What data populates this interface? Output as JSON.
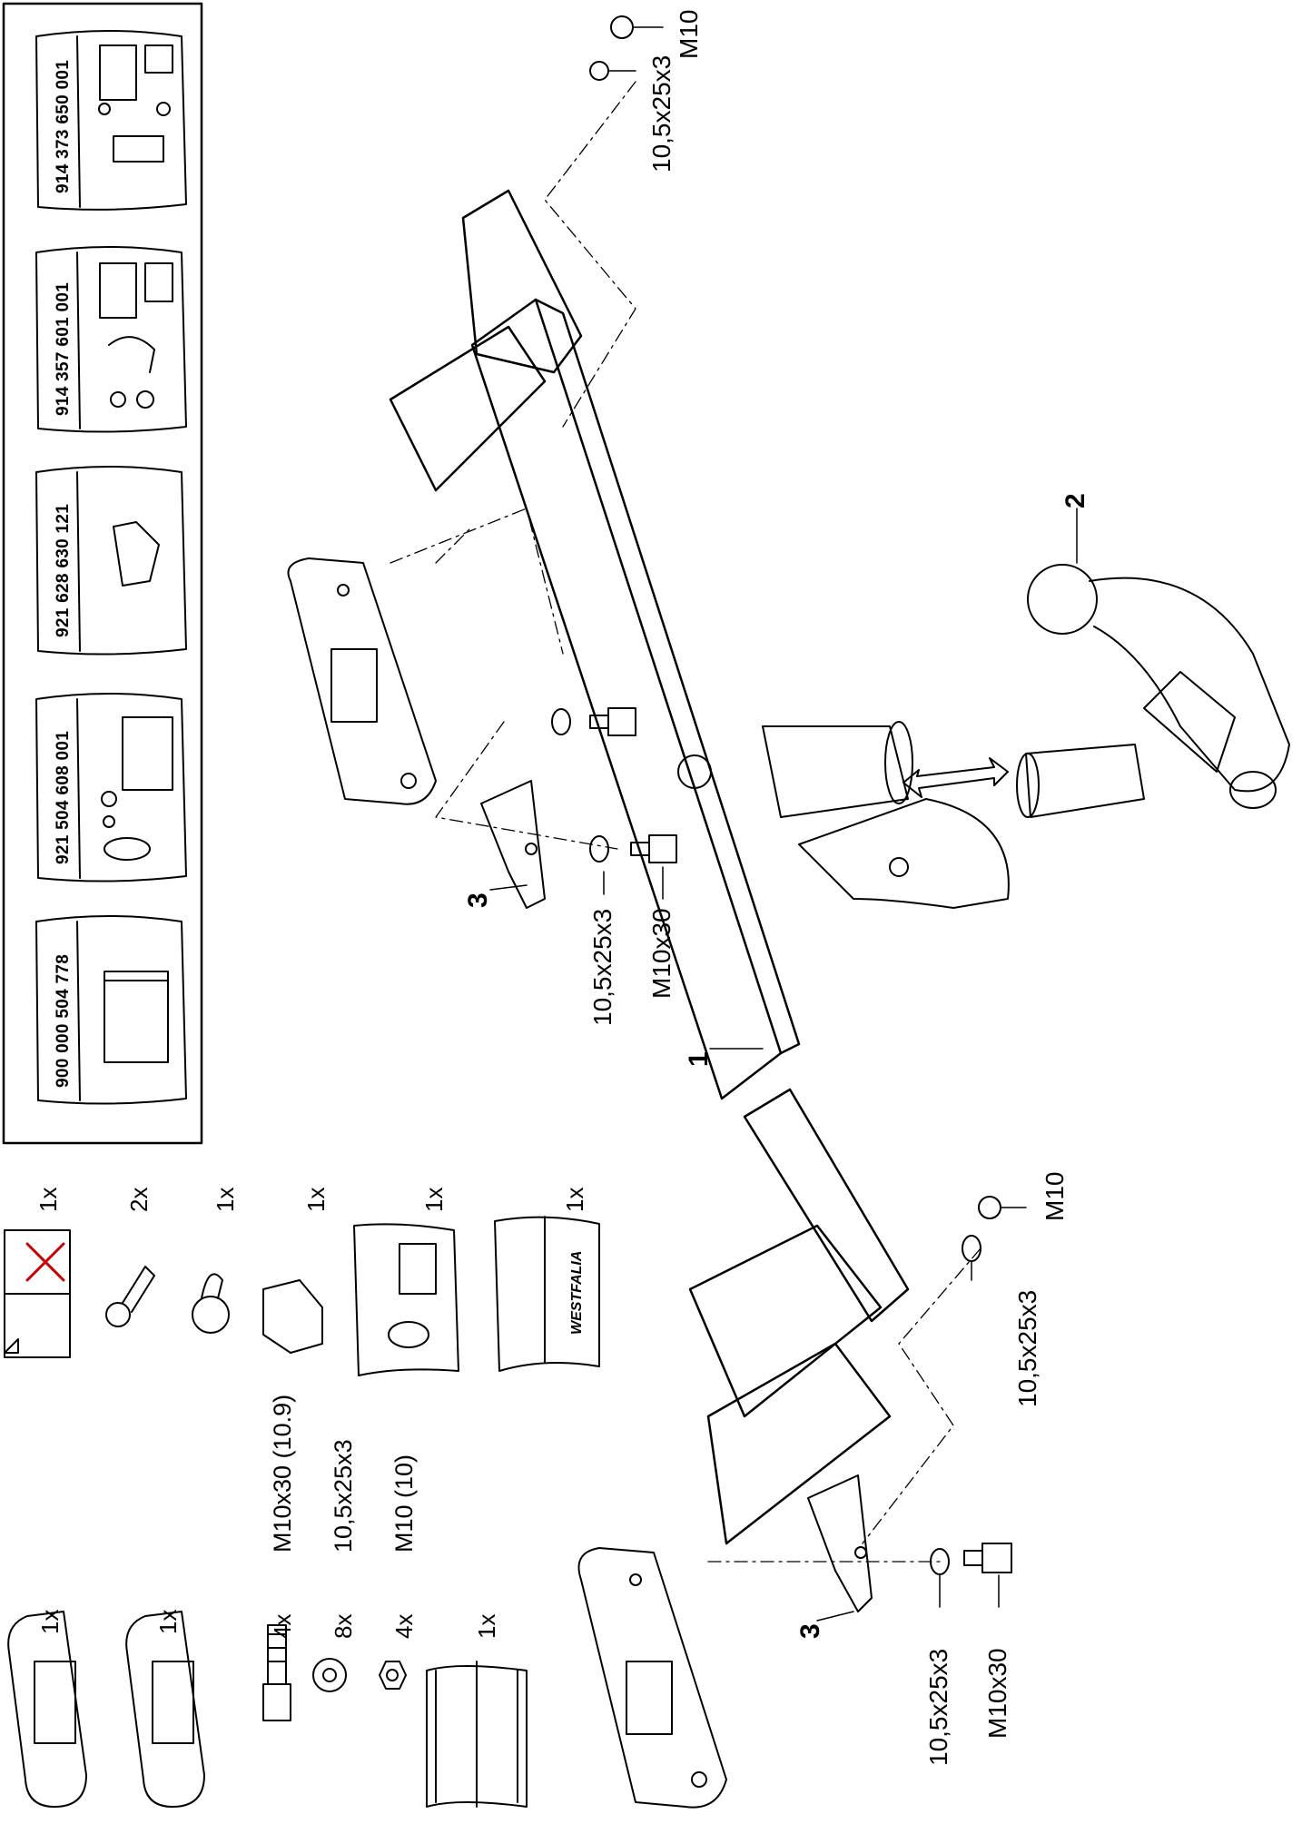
{
  "kits": [
    {
      "part_number": "914 373 650 001"
    },
    {
      "part_number": "914 357 601 001"
    },
    {
      "part_number": "921 628 630 121"
    },
    {
      "part_number": "921 504 608 001"
    },
    {
      "part_number": "900 000 504 778"
    }
  ],
  "brand": "WESTFALIA",
  "contents": [
    {
      "qty": "1x",
      "item": "mounting-plate"
    },
    {
      "qty": "1x",
      "item": "mounting-plate"
    },
    {
      "qty": "4x",
      "spec": "M10x30 (10.9)",
      "item": "bolt"
    },
    {
      "qty": "8x",
      "spec": "10,5x25x3",
      "item": "washer"
    },
    {
      "qty": "4x",
      "spec": "M10 (10)",
      "item": "nut"
    },
    {
      "qty": "1x",
      "item": "manual"
    },
    {
      "qty": "1x",
      "item": "warning-label"
    },
    {
      "qty": "2x",
      "item": "keys"
    },
    {
      "qty": "1x",
      "item": "cap"
    },
    {
      "qty": "1x",
      "item": "socket-cover"
    },
    {
      "qty": "1x",
      "item": "electrical-kit"
    },
    {
      "qty": "1x",
      "item": "bag"
    }
  ],
  "callouts": {
    "part1": "1",
    "part2": "2",
    "part3_a": "3",
    "part3_b": "3",
    "washer_label": "10,5x25x3",
    "bolt_label": "M10x30",
    "nut_label": "M10"
  }
}
